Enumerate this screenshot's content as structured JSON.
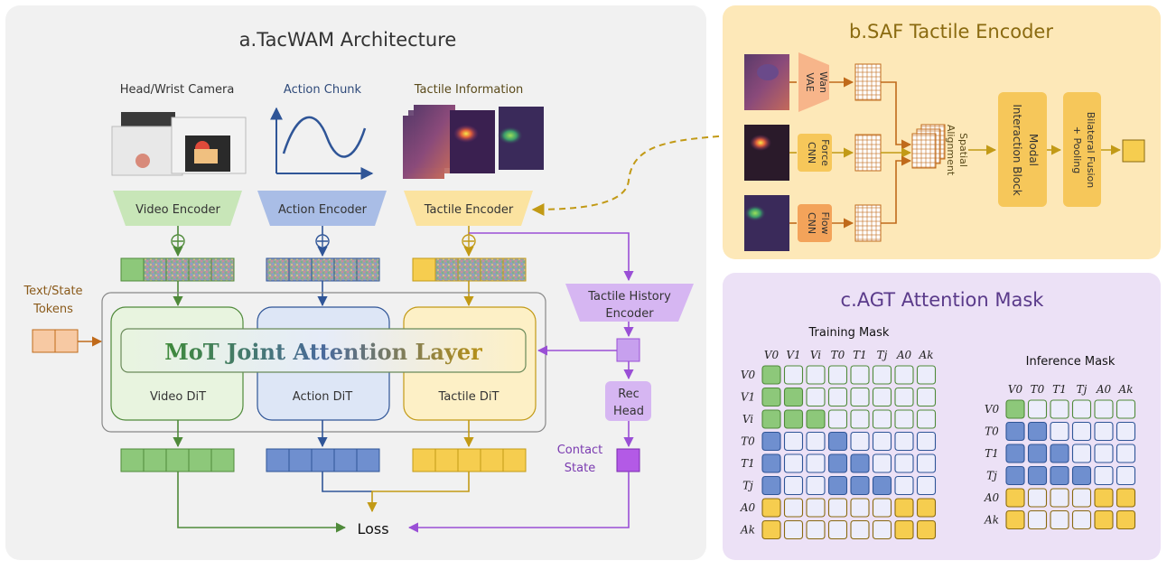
{
  "panel_a": {
    "title": "a.TacWAM Architecture",
    "col_video_label": "Head/Wrist Camera",
    "col_action_label": "Action Chunk",
    "col_tactile_label": "Tactile Information",
    "video_encoder": "Video Encoder",
    "action_encoder": "Action Encoder",
    "tactile_encoder": "Tactile Encoder",
    "text_state_line1": "Text/State",
    "text_state_line2": "Tokens",
    "tactile_history_line1": "Tactile History",
    "tactile_history_line2": "Encoder",
    "mot_layer": "MoT Joint Attention Layer",
    "video_dit": "Video DiT",
    "action_dit": "Action DiT",
    "tactile_dit": "Tactile DiT",
    "rec_head_line1": "Rec",
    "rec_head_line2": "Head",
    "contact_line1": "Contact",
    "contact_line2": "State",
    "loss": "Loss"
  },
  "panel_b": {
    "title": "b.SAF Tactile Encoder",
    "wan_vae_line1": "Wan",
    "wan_vae_line2": "VAE",
    "force_cnn_line1": "Force",
    "force_cnn_line2": "CNN",
    "flow_cnn_line1": "Flow",
    "flow_cnn_line2": "CNN",
    "spatial_line1": "Spatial",
    "spatial_line2": "Alignment",
    "modal_line1": "Modal",
    "modal_line2": "Interaction Block",
    "bilateral_line1": "Bilateral Fusion",
    "bilateral_line2": "+ Pooling"
  },
  "panel_c": {
    "title": "c.AGT Attention Mask",
    "training_title": "Training Mask",
    "inference_title": "Inference Mask",
    "training_cols": [
      "V0",
      "V1",
      "Vi",
      "T0",
      "T1",
      "Tj",
      "A0",
      "Ak"
    ],
    "training_rows": [
      "V0",
      "V1",
      "Vi",
      "T0",
      "T1",
      "Tj",
      "A0",
      "Ak"
    ],
    "inference_cols": [
      "V0",
      "T0",
      "T1",
      "Tj",
      "A0",
      "Ak"
    ],
    "inference_rows": [
      "V0",
      "T0",
      "T1",
      "Tj",
      "A0",
      "Ak"
    ]
  },
  "colors": {
    "green": "#8dc87a",
    "blue": "#6f8fcf",
    "yellow": "#f6cd4f",
    "purple": "#b27ae4",
    "orange": "#f3a35a",
    "panel_a_bg": "#f1f1f1",
    "panel_b_bg": "#fde8b8",
    "panel_c_bg": "#ece1f6"
  },
  "icons": {
    "plus": "circled-plus-icon",
    "curve": "sine-curve-icon"
  }
}
